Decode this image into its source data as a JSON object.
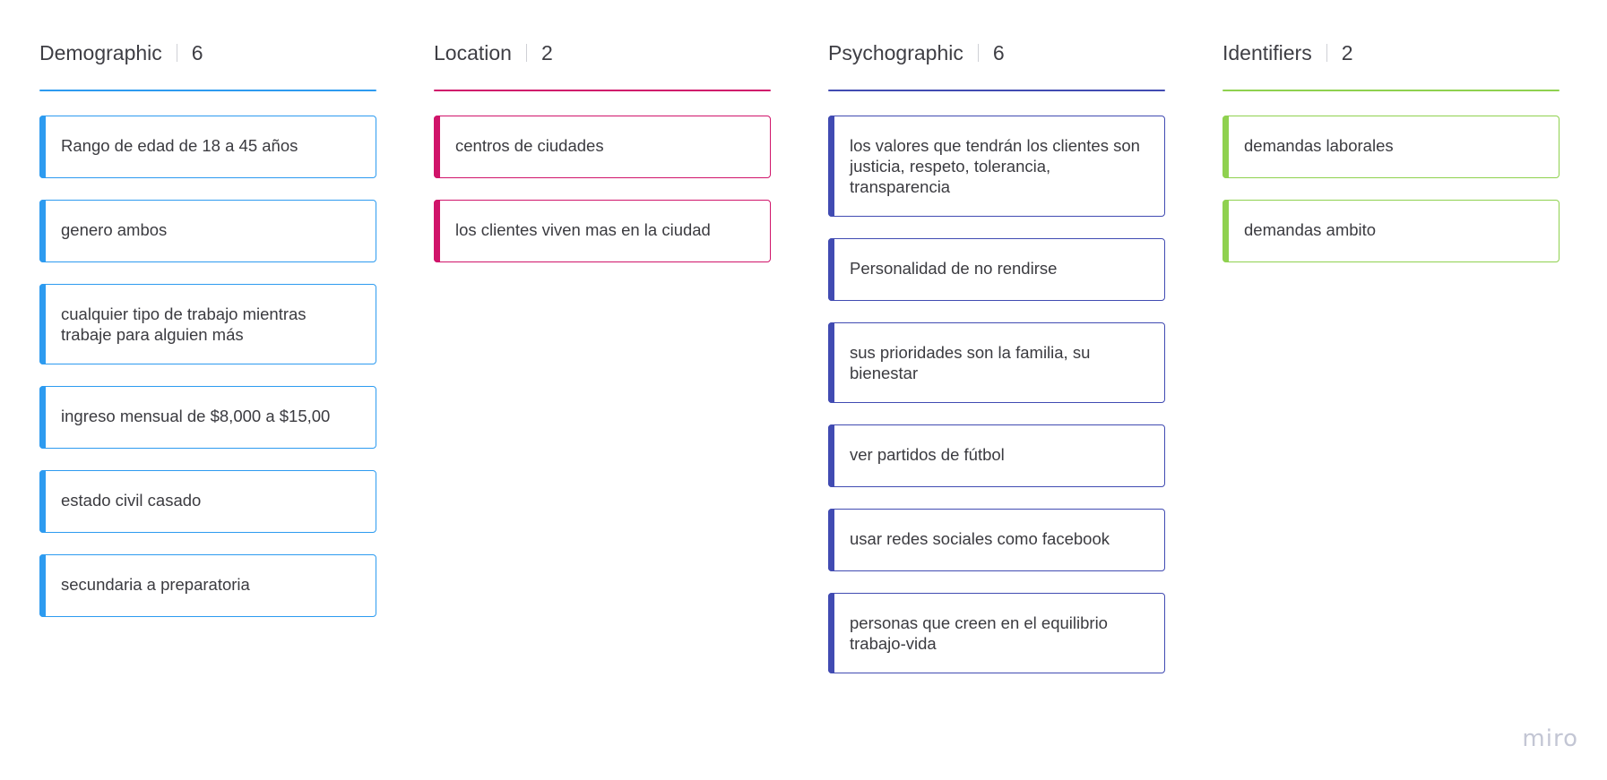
{
  "columns": [
    {
      "key": "demographic",
      "title": "Demographic",
      "count": "6",
      "color": "#2d9bf0",
      "cards": [
        "Rango de edad de 18 a 45 años",
        "genero ambos",
        "cualquier tipo de trabajo mientras trabaje para alguien más",
        "ingreso mensual de $8,000 a $15,00",
        "estado civil casado",
        "secundaria a preparatoria"
      ]
    },
    {
      "key": "location",
      "title": "Location",
      "count": "2",
      "color": "#d0146a",
      "cards": [
        "centros de ciudades",
        "los clientes viven mas en la ciudad"
      ]
    },
    {
      "key": "psychographic",
      "title": "Psychographic",
      "count": "6",
      "color": "#414bb2",
      "cards": [
        "los valores que tendrán los clientes son justicia, respeto, tolerancia, transparencia",
        "Personalidad de no rendirse",
        "sus prioridades son la familia, su bienestar",
        "ver partidos de fútbol",
        "usar redes sociales como facebook",
        "personas que creen en el equilibrio trabajo-vida"
      ]
    },
    {
      "key": "identifiers",
      "title": "Identifiers",
      "count": "2",
      "color": "#8fd14f",
      "cards": [
        "demandas laborales",
        "demandas ambito"
      ]
    }
  ],
  "watermark": "miro"
}
